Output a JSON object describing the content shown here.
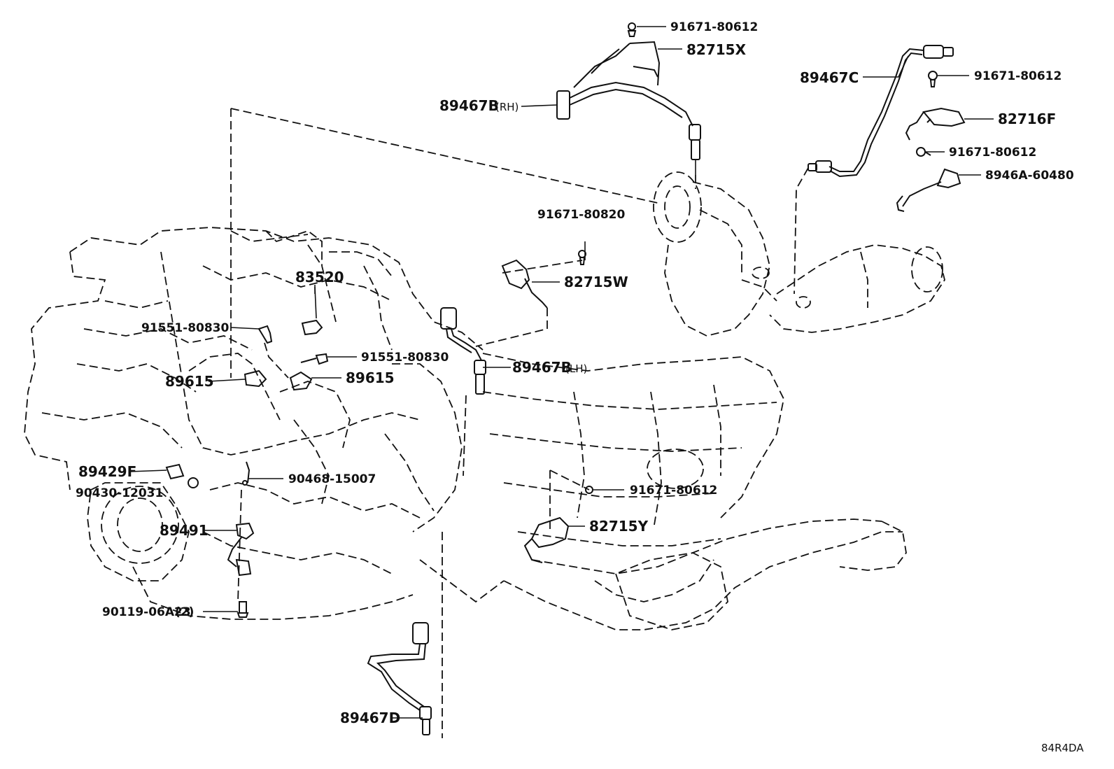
{
  "diagram_code": "84R4DA",
  "callouts": [
    {
      "id": "c1",
      "part": "91671-80612"
    },
    {
      "id": "c2",
      "part": "82715X"
    },
    {
      "id": "c3",
      "part": "89467B",
      "note": "(RH)"
    },
    {
      "id": "c4",
      "part": "89467C"
    },
    {
      "id": "c5",
      "part": "91671-80612"
    },
    {
      "id": "c6",
      "part": "82716F"
    },
    {
      "id": "c7",
      "part": "91671-80612"
    },
    {
      "id": "c8",
      "part": "8946A-60480"
    },
    {
      "id": "c9",
      "part": "91671-80820"
    },
    {
      "id": "c10",
      "part": "82715W"
    },
    {
      "id": "c11",
      "part": "83520"
    },
    {
      "id": "c12",
      "part": "91551-80830"
    },
    {
      "id": "c13",
      "part": "91551-80830"
    },
    {
      "id": "c14",
      "part": "89467B",
      "note": "(LH)"
    },
    {
      "id": "c15",
      "part": "89615"
    },
    {
      "id": "c16",
      "part": "89615"
    },
    {
      "id": "c17",
      "part": "89429F"
    },
    {
      "id": "c18",
      "part": "90430-12031"
    },
    {
      "id": "c19",
      "part": "90468-15007"
    },
    {
      "id": "c20",
      "part": "91671-80612"
    },
    {
      "id": "c21",
      "part": "89491"
    },
    {
      "id": "c22",
      "part": "82715Y"
    },
    {
      "id": "c23",
      "part": "90119-06A23",
      "note": "(2)"
    },
    {
      "id": "c24",
      "part": "89467D"
    }
  ]
}
